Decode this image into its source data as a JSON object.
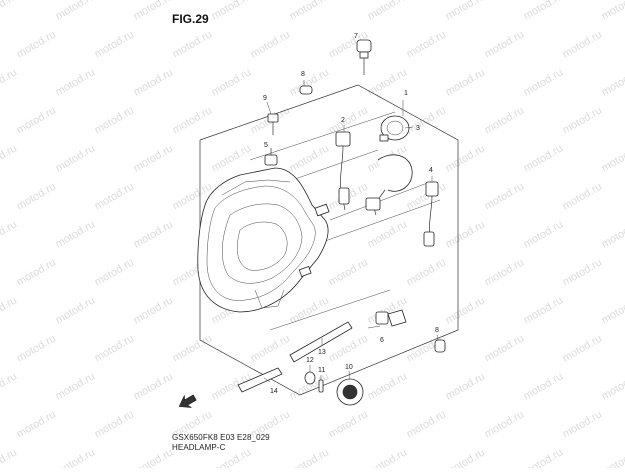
{
  "figure": {
    "title": "FIG.29",
    "code": "GSX650FK8 E03 E28_029",
    "name": "HEADLAMP-C"
  },
  "watermark": "motod.ru",
  "callouts": [
    {
      "num": "1",
      "label": "1"
    },
    {
      "num": "2",
      "label": "2"
    },
    {
      "num": "3",
      "label": "3"
    },
    {
      "num": "4",
      "label": "4"
    },
    {
      "num": "5",
      "label": "5"
    },
    {
      "num": "6",
      "label": "6"
    },
    {
      "num": "7",
      "label": "7"
    },
    {
      "num": "8a",
      "label": "8"
    },
    {
      "num": "8b",
      "label": "8"
    },
    {
      "num": "9",
      "label": "9"
    },
    {
      "num": "10",
      "label": "10"
    },
    {
      "num": "11",
      "label": "11"
    },
    {
      "num": "12",
      "label": "12"
    },
    {
      "num": "13",
      "label": "13"
    },
    {
      "num": "14",
      "label": "14"
    }
  ],
  "colors": {
    "line": "#333333",
    "watermark": "#dcdcdc",
    "background": "#ffffff"
  }
}
